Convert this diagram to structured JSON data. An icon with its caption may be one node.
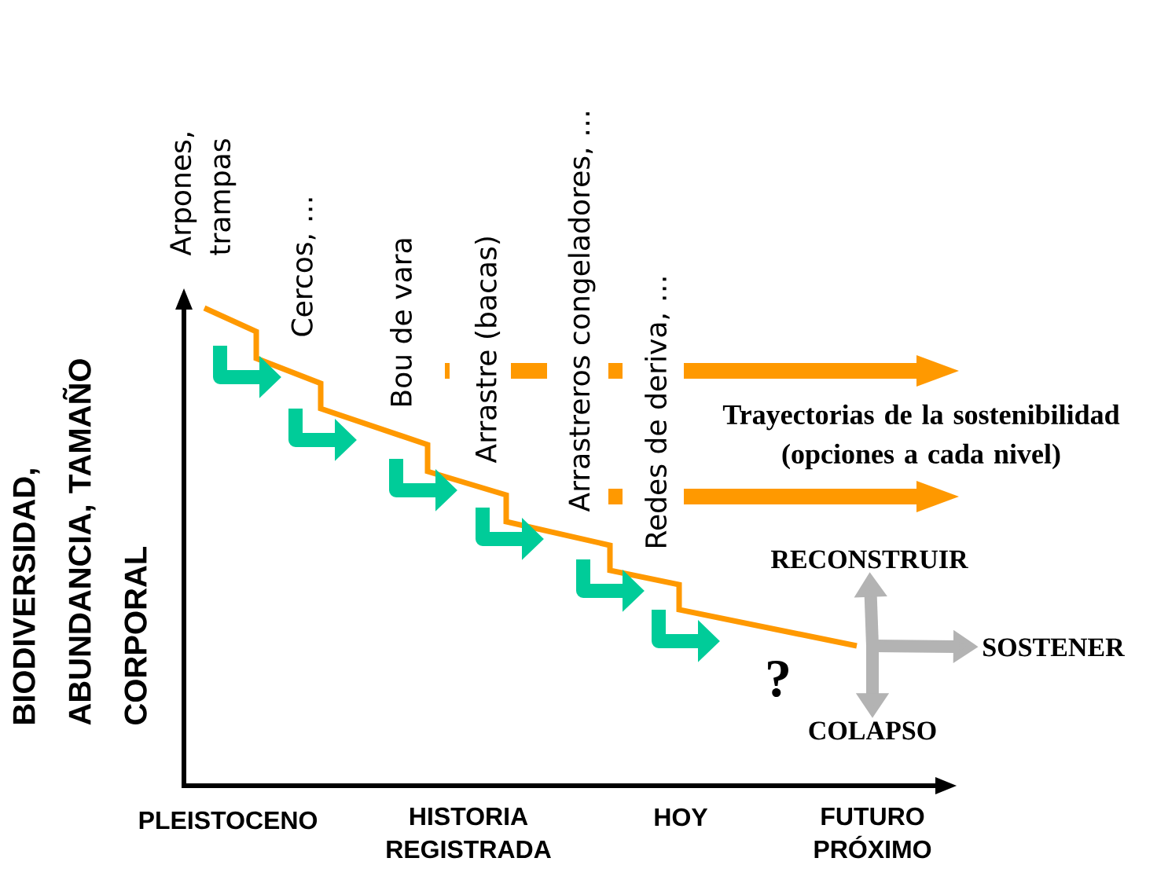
{
  "diagram": {
    "nodes": [
      {
        "text": [
          "RECONSTRUIR"
        ]
      },
      {
        "text": [
          "SOSTENER"
        ]
      },
      {
        "text": [
          "COLAPSO"
        ]
      }
    ],
    "edges": [
      {
        "from": null,
        "to": 0,
        "arrow": "to"
      },
      {
        "from": null,
        "to": 1,
        "arrow": "to"
      },
      {
        "from": null,
        "to": 2,
        "arrow": "to"
      }
    ],
    "labels": [
      "Arpones, trampas",
      "Cercos, …",
      "Bou de vara",
      "Arrastre (bacas)",
      "Arrastreros congeladores, …",
      "Redes de deriva, …",
      "Trayectorias de la sostenibilidad (opciones a cada nivel)",
      "?",
      "BIODIVERSIDAD, ABUNDANCIA, TAMAÑO CORPORAL",
      "PLEISTOCENO",
      "HISTORIA REGISTRADA",
      "HOY",
      "FUTURO PRÓXIMO"
    ]
  }
}
